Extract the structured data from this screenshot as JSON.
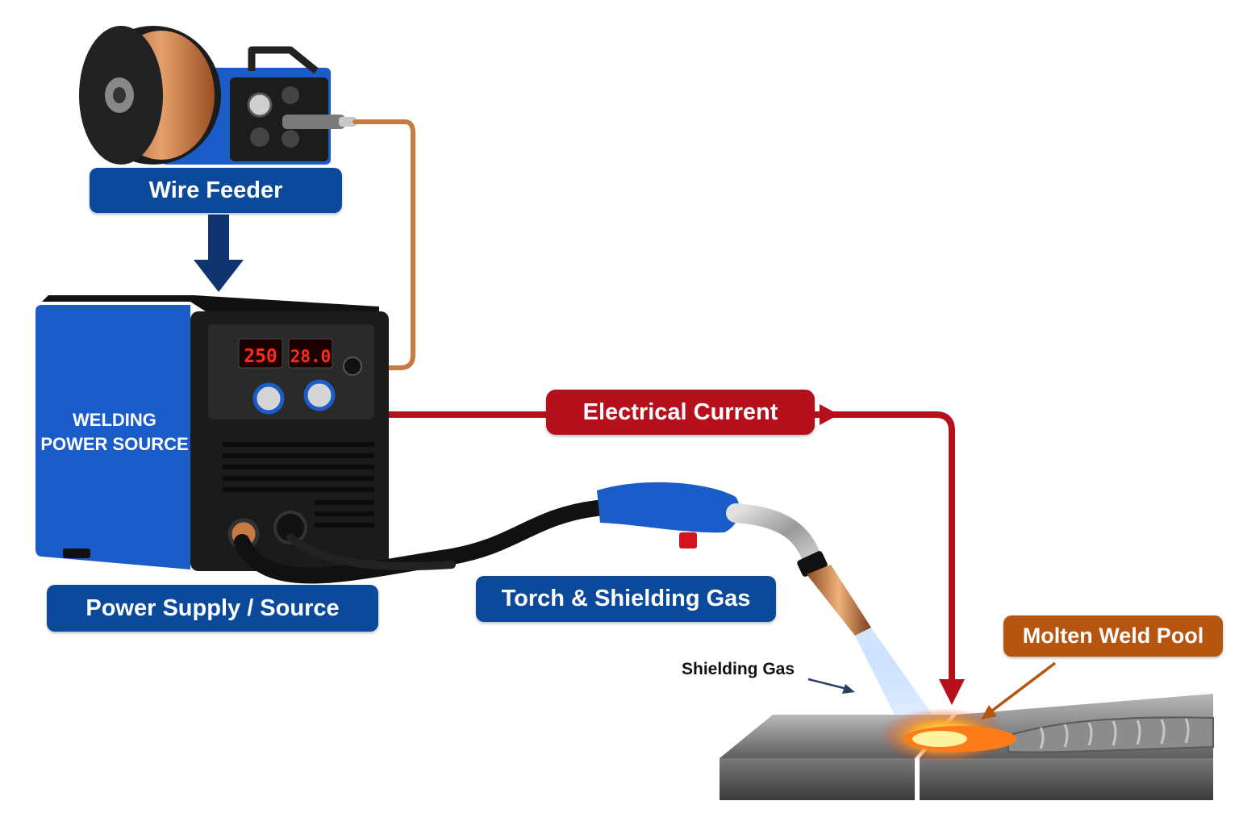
{
  "labels": {
    "wire_feeder": "Wire Feeder",
    "power_supply": "Power Supply / Source",
    "torch_gas": "Torch & Shielding Gas",
    "electrical_current": "Electrical Current",
    "molten_pool": "Molten Weld Pool",
    "shielding_gas": "Shielding Gas"
  },
  "machine": {
    "brand_line1": "WELDING",
    "brand_line2": "POWER SOURCE",
    "display_amps": "250",
    "display_volts": "28.0"
  },
  "colors": {
    "label_blue": "#0b4a9a",
    "current_red": "#b5101b",
    "pool_orange": "#b65510",
    "machine_blue": "#1a5cc8",
    "copper": "#c87a45"
  }
}
